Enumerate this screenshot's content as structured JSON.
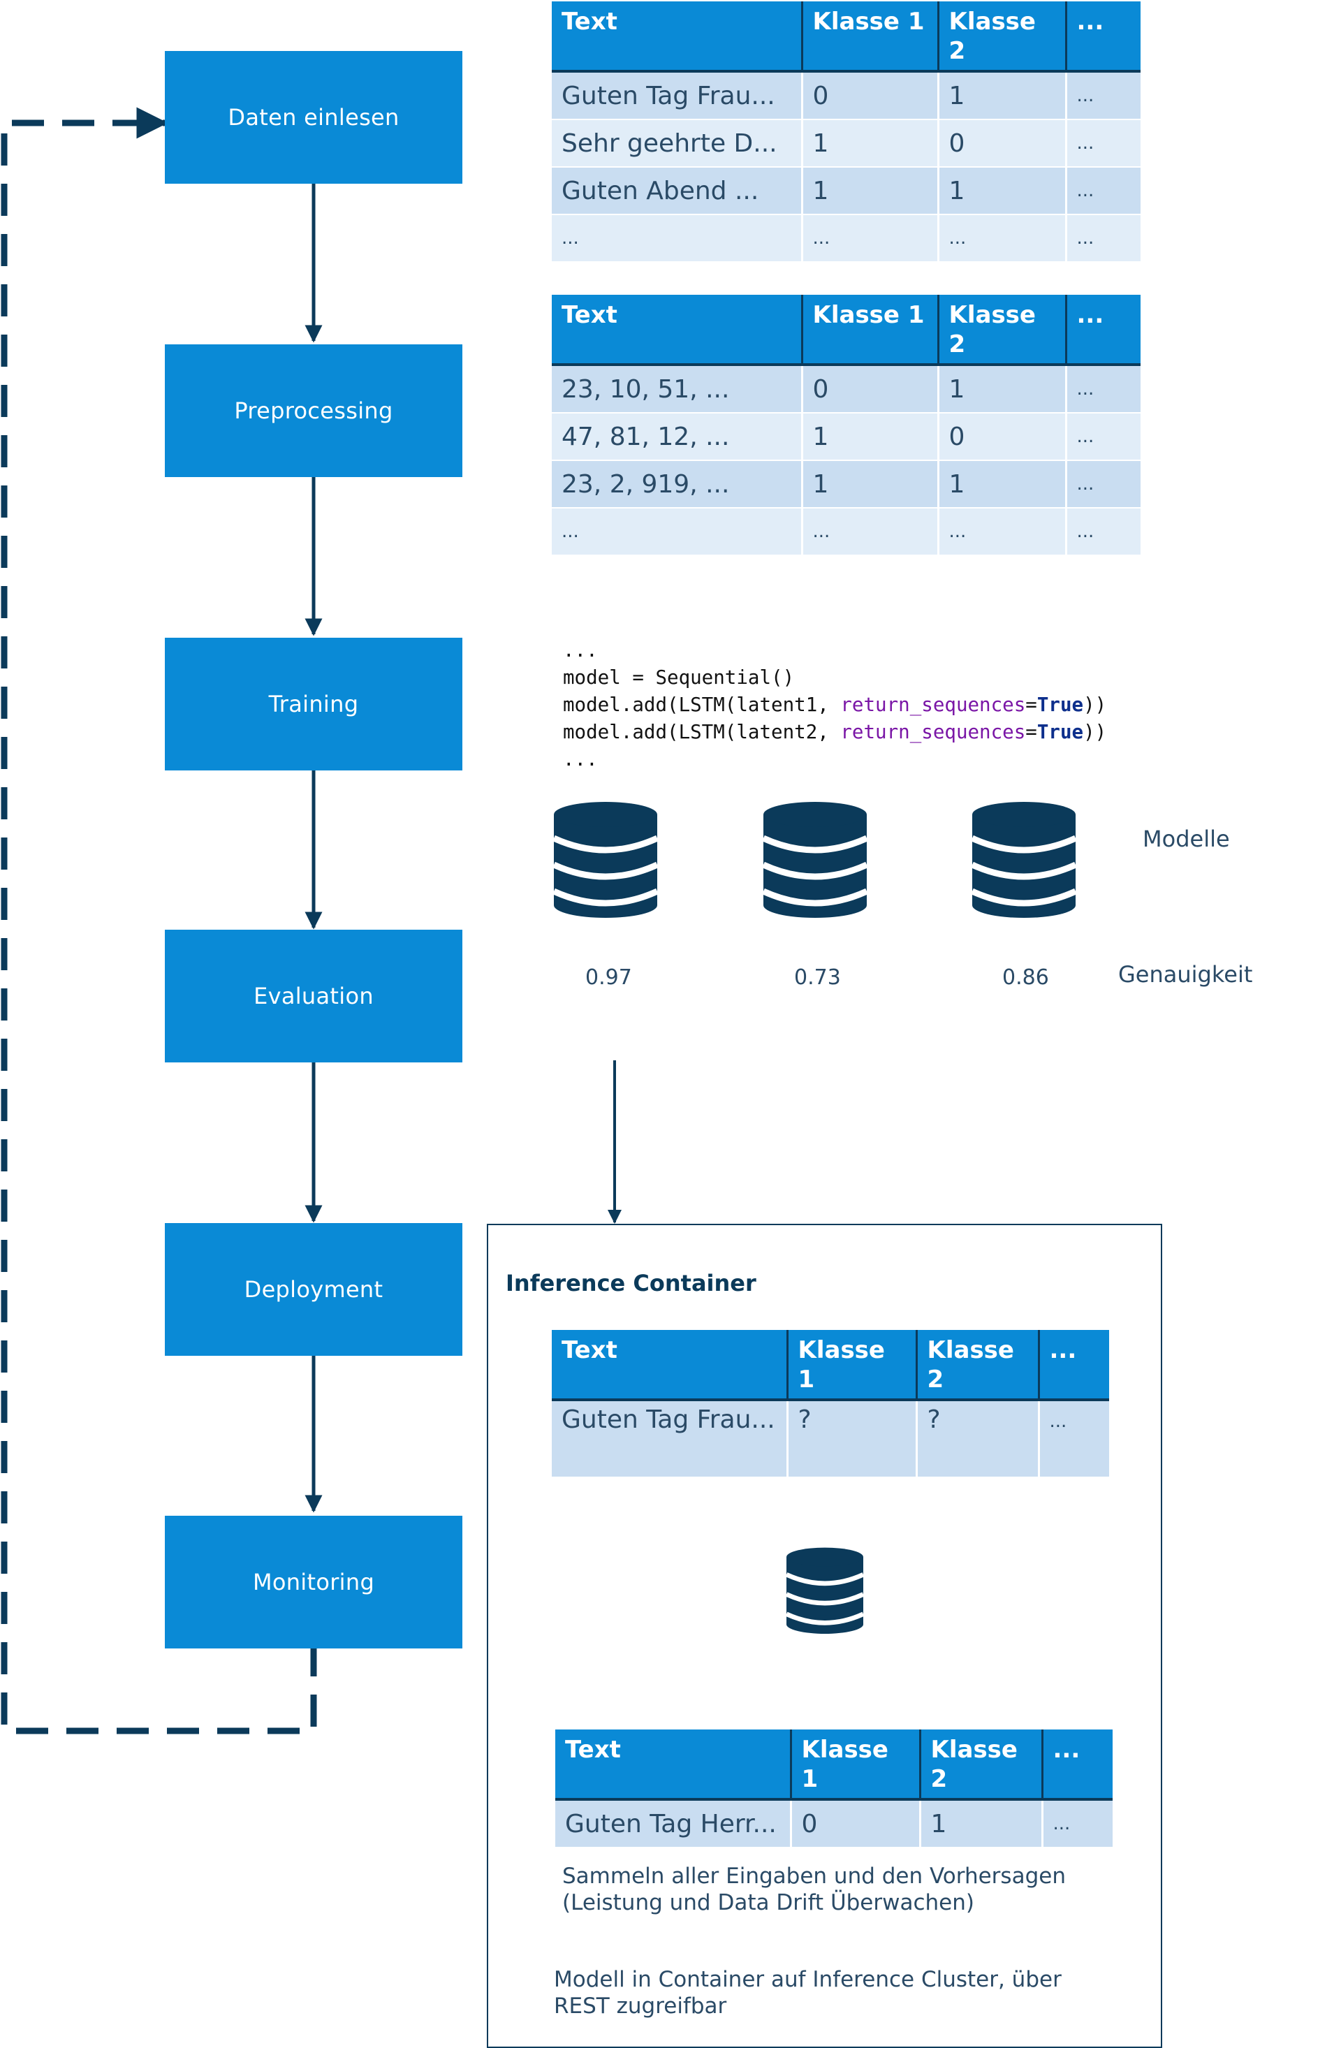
{
  "pipeline": {
    "steps": [
      "Daten einlesen",
      "Preprocessing",
      "Training",
      "Evaluation",
      "Deployment",
      "Monitoring"
    ]
  },
  "raw_table": {
    "headers": [
      "Text",
      "Klasse 1",
      "Klasse 2",
      "..."
    ],
    "rows": [
      [
        "Guten Tag Frau...",
        "0",
        "1",
        "..."
      ],
      [
        "Sehr geehrte D...",
        "1",
        "0",
        "..."
      ],
      [
        "Guten Abend  ...",
        "1",
        "1",
        "..."
      ],
      [
        "...",
        "...",
        "...",
        "..."
      ]
    ]
  },
  "encoded_table": {
    "headers": [
      "Text",
      "Klasse 1",
      "Klasse 2",
      "..."
    ],
    "rows": [
      [
        "23, 10, 51, ...",
        "0",
        "1",
        "..."
      ],
      [
        "47, 81, 12, ...",
        "1",
        "0",
        "..."
      ],
      [
        "23, 2, 919, ...",
        "1",
        "1",
        "..."
      ],
      [
        "...",
        "...",
        "...",
        "..."
      ]
    ]
  },
  "code": {
    "line0": "...",
    "line1": "model = Sequential()",
    "add_prefix": "model.add(LSTM(",
    "arg_a": "latent1, ",
    "arg_b": "latent2, ",
    "kw": "return_sequences",
    "eq": "=",
    "bool": "True",
    "suffix": "))",
    "line4": "..."
  },
  "models": {
    "label": "Modelle",
    "accuracy_label": "Genauigkeit",
    "accuracies": [
      "0.97",
      "0.73",
      "0.86"
    ]
  },
  "inference": {
    "title": "Inference Container",
    "input_table": {
      "headers": [
        "Text",
        "Klasse 1",
        "Klasse 2",
        "..."
      ],
      "rows": [
        [
          "Guten Tag Frau...",
          "?",
          "?",
          "..."
        ]
      ]
    },
    "output_table": {
      "headers": [
        "Text",
        "Klasse 1",
        "Klasse 2",
        "..."
      ],
      "rows": [
        [
          "Guten Tag Herr...",
          "0",
          "1",
          "..."
        ]
      ]
    },
    "note_monitor_1": "Sammeln aller Eingaben  und  den Vorhersagen",
    "note_monitor_2": "(Leistung und Data Drift Überwachen)",
    "note_cluster_1": "Modell in Container auf Inference Cluster, über",
    "note_cluster_2": "REST zugreifbar"
  },
  "colors": {
    "step_fill": "#0a8ad6",
    "line_dark": "#0b3a5a",
    "row_a": "#c9ddf1",
    "row_b": "#e1edf8",
    "db_icon": "#0b3a5a"
  },
  "icons": [
    "database-icon"
  ]
}
